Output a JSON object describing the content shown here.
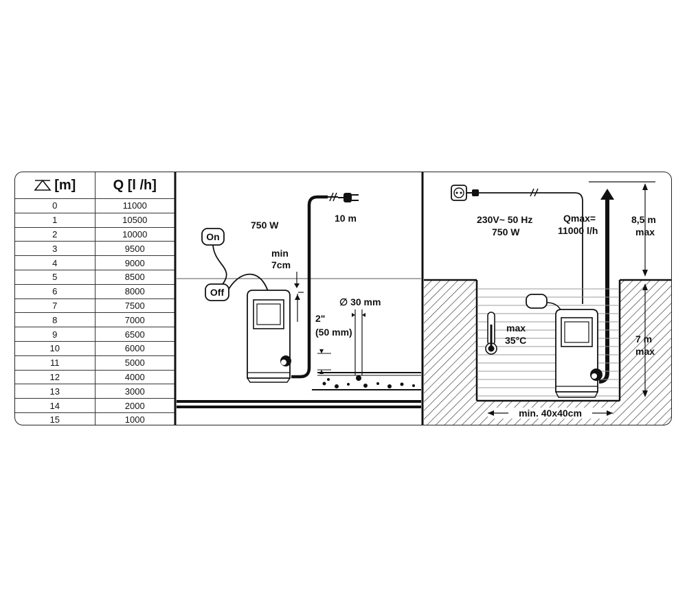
{
  "table": {
    "head_col1": "[m]",
    "head_col2": "Q [l /h]",
    "rows": [
      {
        "m": "0",
        "q": "11000"
      },
      {
        "m": "1",
        "q": "10500"
      },
      {
        "m": "2",
        "q": "10000"
      },
      {
        "m": "3",
        "q": "9500"
      },
      {
        "m": "4",
        "q": "9000"
      },
      {
        "m": "5",
        "q": "8500"
      },
      {
        "m": "6",
        "q": "8000"
      },
      {
        "m": "7",
        "q": "7500"
      },
      {
        "m": "8",
        "q": "7000"
      },
      {
        "m": "9",
        "q": "6500"
      },
      {
        "m": "10",
        "q": "6000"
      },
      {
        "m": "11",
        "q": "5000"
      },
      {
        "m": "12",
        "q": "4000"
      },
      {
        "m": "13",
        "q": "3000"
      },
      {
        "m": "14",
        "q": "2000"
      },
      {
        "m": "15",
        "q": "1000"
      }
    ]
  },
  "middle": {
    "on_label": "On",
    "off_label": "Off",
    "power": "750 W",
    "cable_length": "10 m",
    "min_depth_1": "min",
    "min_depth_2": "7cm",
    "outlet_1": "2\"",
    "outlet_2": "(50 mm)",
    "particle": "∅ 30 mm"
  },
  "right": {
    "voltage": "230V~ 50 Hz",
    "power": "750 W",
    "qmax_1": "Qmax=",
    "qmax_2": "11000 l/h",
    "head_1": "8,5 m",
    "head_2": "max",
    "temp_1": "max",
    "temp_2": "35°C",
    "depth_1": "7 m",
    "depth_2": "max",
    "pit": "min. 40x40cm"
  }
}
